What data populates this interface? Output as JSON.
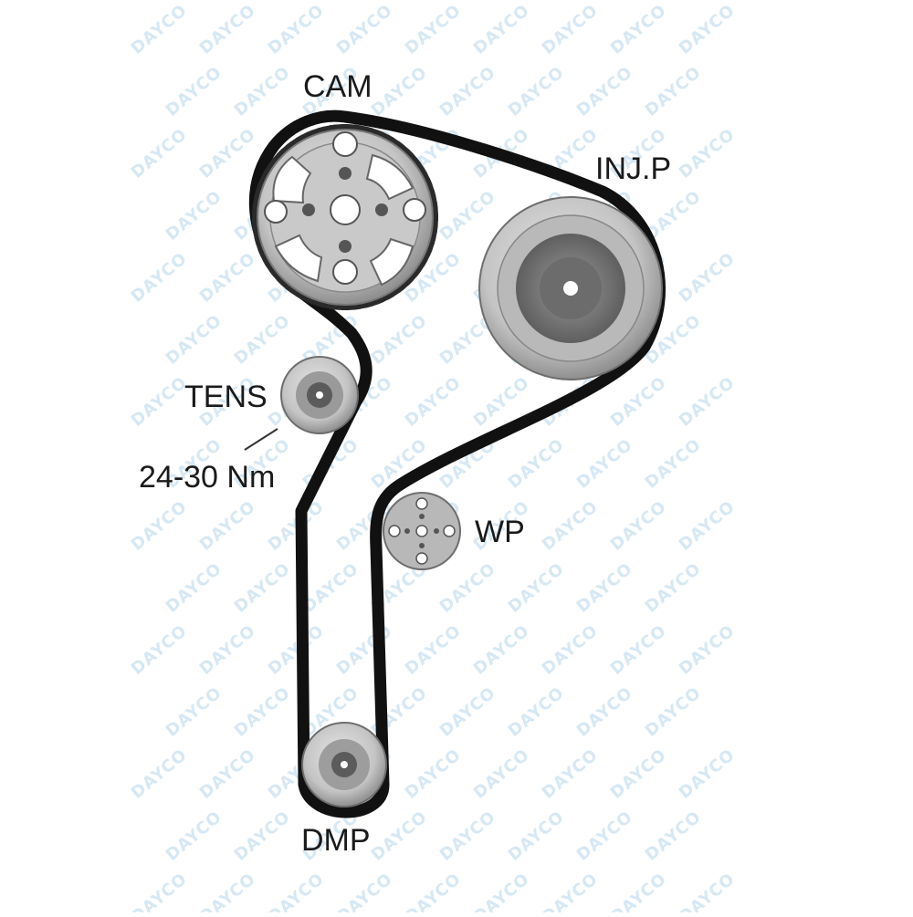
{
  "labels": {
    "cam": "CAM",
    "injp": "INJ.P",
    "tens": "TENS",
    "torque": "24-30 Nm",
    "wp": "WP",
    "dmp": "DMP"
  },
  "watermark": "DAYCO",
  "colors": {
    "belt": "#111111",
    "pulley_light": "#d2d2d2",
    "pulley_mid": "#a9a9a9",
    "pulley_dark": "#7d7d7d",
    "hub_dark": "#555555",
    "watermark": "#d6e8f4"
  }
}
